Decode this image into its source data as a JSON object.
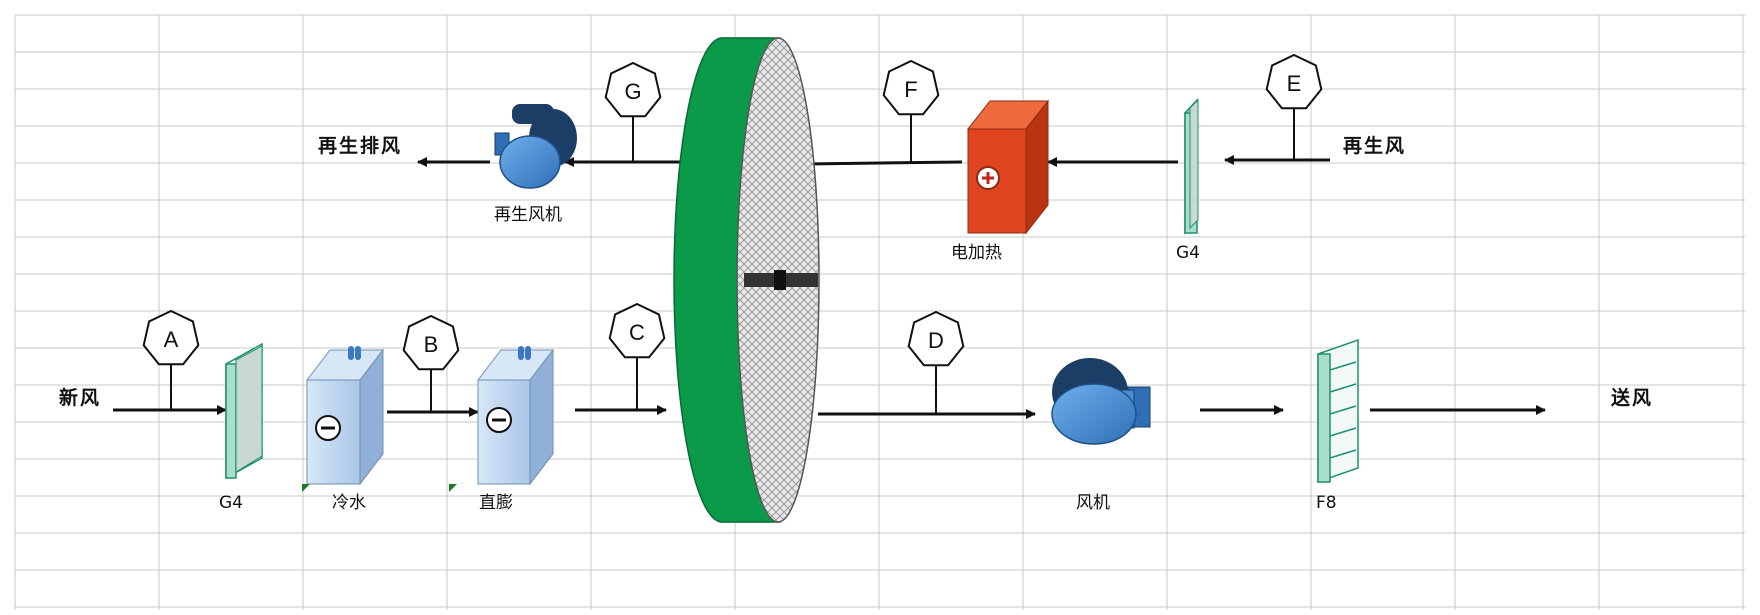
{
  "diagram": {
    "title_labels": {
      "regen_exhaust": "再生排风",
      "regen_air": "再生风",
      "fresh_air": "新风",
      "supply_air": "送风"
    },
    "component_labels": {
      "regen_fan": "再生风机",
      "electric_heater": "电加热",
      "filter_g4_top": "G4",
      "filter_g4_bottom": "G4",
      "cooling_coil": "冷水",
      "dx_coil": "直膨",
      "supply_fan": "风机",
      "filter_f8": "F8"
    },
    "points": [
      "A",
      "B",
      "C",
      "D",
      "E",
      "F",
      "G"
    ],
    "colors": {
      "wheel": "#0a9a4a",
      "heater": "#e0451f",
      "fan": "#4a8fd4",
      "coil": "#bcd6f2",
      "filter": "#1f8f6e",
      "grid": "#c8c8c8"
    },
    "icons": {
      "heater_symbol": "plus-icon",
      "coil_symbol": "minus-icon"
    }
  }
}
